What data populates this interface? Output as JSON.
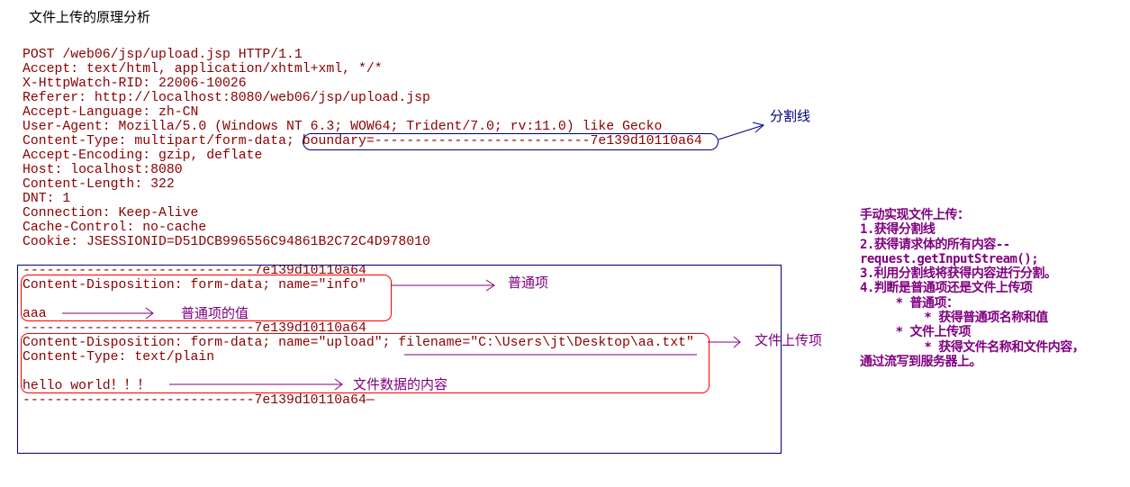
{
  "title": "文件上传的原理分析",
  "request_headers": [
    "POST /web06/jsp/upload.jsp HTTP/1.1",
    "Accept: text/html, application/xhtml+xml, */*",
    "X-HttpWatch-RID: 22006-10026",
    "Referer: http://localhost:8080/web06/jsp/upload.jsp",
    "Accept-Language: zh-CN",
    "User-Agent: Mozilla/5.0 (Windows NT 6.3; WOW64; Trident/7.0; rv:11.0) like Gecko",
    "Content-Type: multipart/form-data; boundary=---------------------------7e139d10110a64",
    "Accept-Encoding: gzip, deflate",
    "Host: localhost:8080",
    "Content-Length: 322",
    "DNT: 1",
    "Connection: Keep-Alive",
    "Cache-Control: no-cache",
    "Cookie: JSESSIONID=D51DCB996556C94861B2C72C4D978010"
  ],
  "request_body": [
    "-----------------------------7e139d10110a64",
    "Content-Disposition: form-data; name=\"info\"",
    "",
    "aaa",
    "-----------------------------7e139d10110a64",
    "Content-Disposition: form-data; name=\"upload\"; filename=\"C:\\Users\\jt\\Desktop\\aa.txt\"",
    "Content-Type: text/plain",
    "",
    "hello world！！！",
    "-----------------------------7e139d10110a64—"
  ],
  "annotations": {
    "boundary": "分割线",
    "normal_item": "普通项",
    "normal_value": "普通项的值",
    "file_item": "文件上传项",
    "file_content": "文件数据的内容"
  },
  "notes": [
    "手动实现文件上传：",
    "1.获得分割线",
    "2.获得请求体的所有内容--",
    "request.getInputStream();",
    "3.利用分割线将获得内容进行分割。",
    "4.判断是普通项还是文件上传项",
    "     * 普通项：",
    "         * 获得普通项名称和值",
    "     * 文件上传项",
    "         * 获得文件名称和文件内容，",
    "通过流写到服务器上。"
  ]
}
